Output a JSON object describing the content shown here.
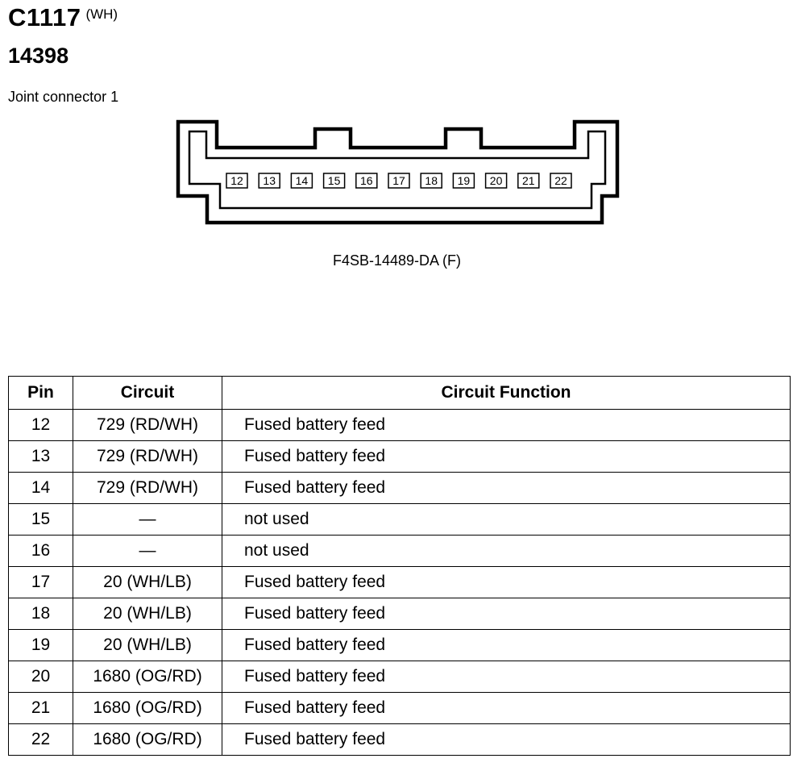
{
  "header": {
    "connector_id": "C1117",
    "color_tag": "(WH)",
    "part_number": "14398",
    "description": "Joint connector 1"
  },
  "diagram": {
    "pins": [
      "12",
      "13",
      "14",
      "15",
      "16",
      "17",
      "18",
      "19",
      "20",
      "21",
      "22"
    ],
    "part_code": "F4SB-14489-DA (F)"
  },
  "table": {
    "headers": [
      "Pin",
      "Circuit",
      "Circuit Function"
    ],
    "rows": [
      {
        "pin": "12",
        "circuit": "729 (RD/WH)",
        "function": "Fused battery feed"
      },
      {
        "pin": "13",
        "circuit": "729 (RD/WH)",
        "function": "Fused battery feed"
      },
      {
        "pin": "14",
        "circuit": "729 (RD/WH)",
        "function": "Fused battery feed"
      },
      {
        "pin": "15",
        "circuit": "—",
        "function": "not used"
      },
      {
        "pin": "16",
        "circuit": "—",
        "function": "not used"
      },
      {
        "pin": "17",
        "circuit": "20 (WH/LB)",
        "function": "Fused battery feed"
      },
      {
        "pin": "18",
        "circuit": "20 (WH/LB)",
        "function": "Fused battery feed"
      },
      {
        "pin": "19",
        "circuit": "20 (WH/LB)",
        "function": "Fused battery feed"
      },
      {
        "pin": "20",
        "circuit": "1680 (OG/RD)",
        "function": "Fused battery feed"
      },
      {
        "pin": "21",
        "circuit": "1680 (OG/RD)",
        "function": "Fused battery feed"
      },
      {
        "pin": "22",
        "circuit": "1680 (OG/RD)",
        "function": "Fused battery feed"
      }
    ]
  }
}
